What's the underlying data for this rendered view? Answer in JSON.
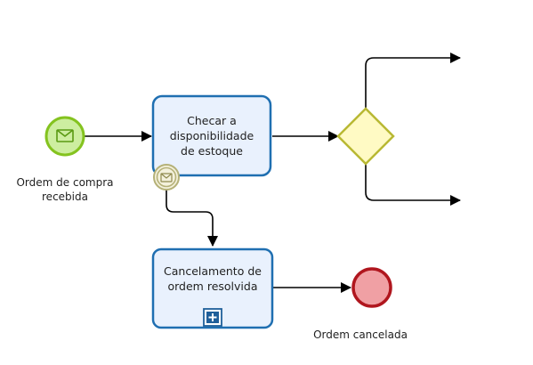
{
  "diagram": {
    "start_event": {
      "label": "Ordem de compra recebida",
      "label_lines": [
        "Ordem de compra",
        "recebida"
      ],
      "type": "message-start-event",
      "fill": "#cdeea0",
      "stroke": "#84c31f"
    },
    "task_check": {
      "label": "Checar a disponibilidade de estoque",
      "label_lines": [
        "Checar a",
        "disponibilidade",
        "de estoque"
      ]
    },
    "boundary_event": {
      "type": "message-intermediate-event"
    },
    "gateway": {
      "type": "exclusive-gateway",
      "fill": "#fffac4",
      "stroke": "#b8b833"
    },
    "subprocess_cancel": {
      "label": "Cancelamento de ordem resolvida",
      "label_lines": [
        "Cancelamento de",
        "ordem resolvida"
      ],
      "marker": "collapsed-subprocess-plus"
    },
    "end_event": {
      "label": "Ordem cancelada",
      "fill": "#f0a0a4",
      "stroke": "#b0161e"
    },
    "colors": {
      "task_fill": "#e9f1fd",
      "task_stroke": "#1f6fb1",
      "flow": "#000000"
    }
  }
}
